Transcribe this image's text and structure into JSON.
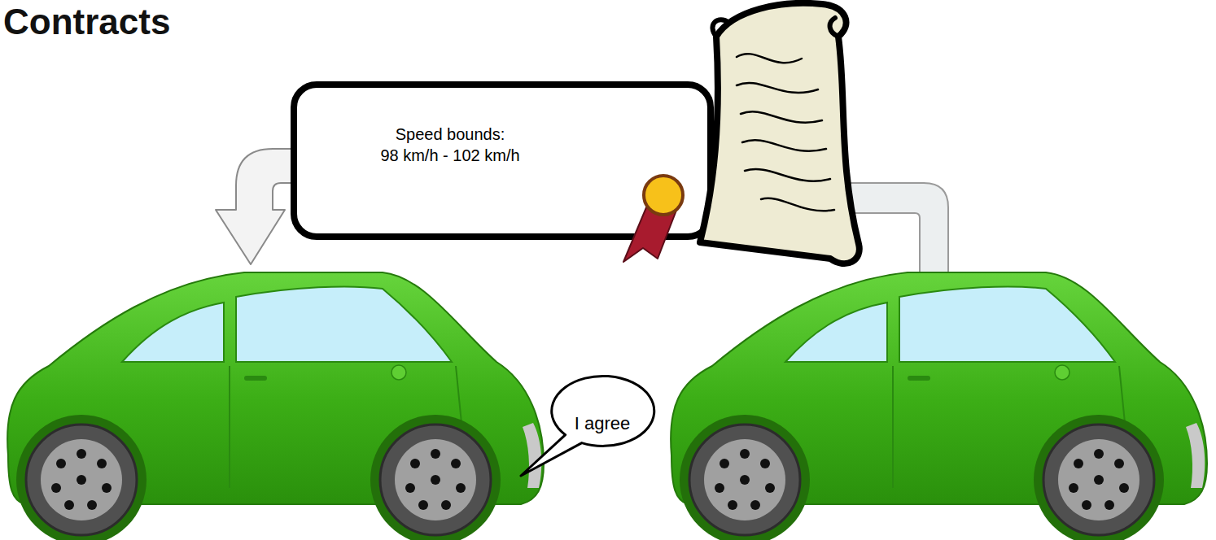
{
  "diagram": {
    "title": "Contracts",
    "nodes": [
      {
        "text": [
          "Speed bounds:",
          "98 km/h - 102 km/h"
        ]
      },
      {
        "text": [
          "I agree"
        ]
      }
    ]
  }
}
